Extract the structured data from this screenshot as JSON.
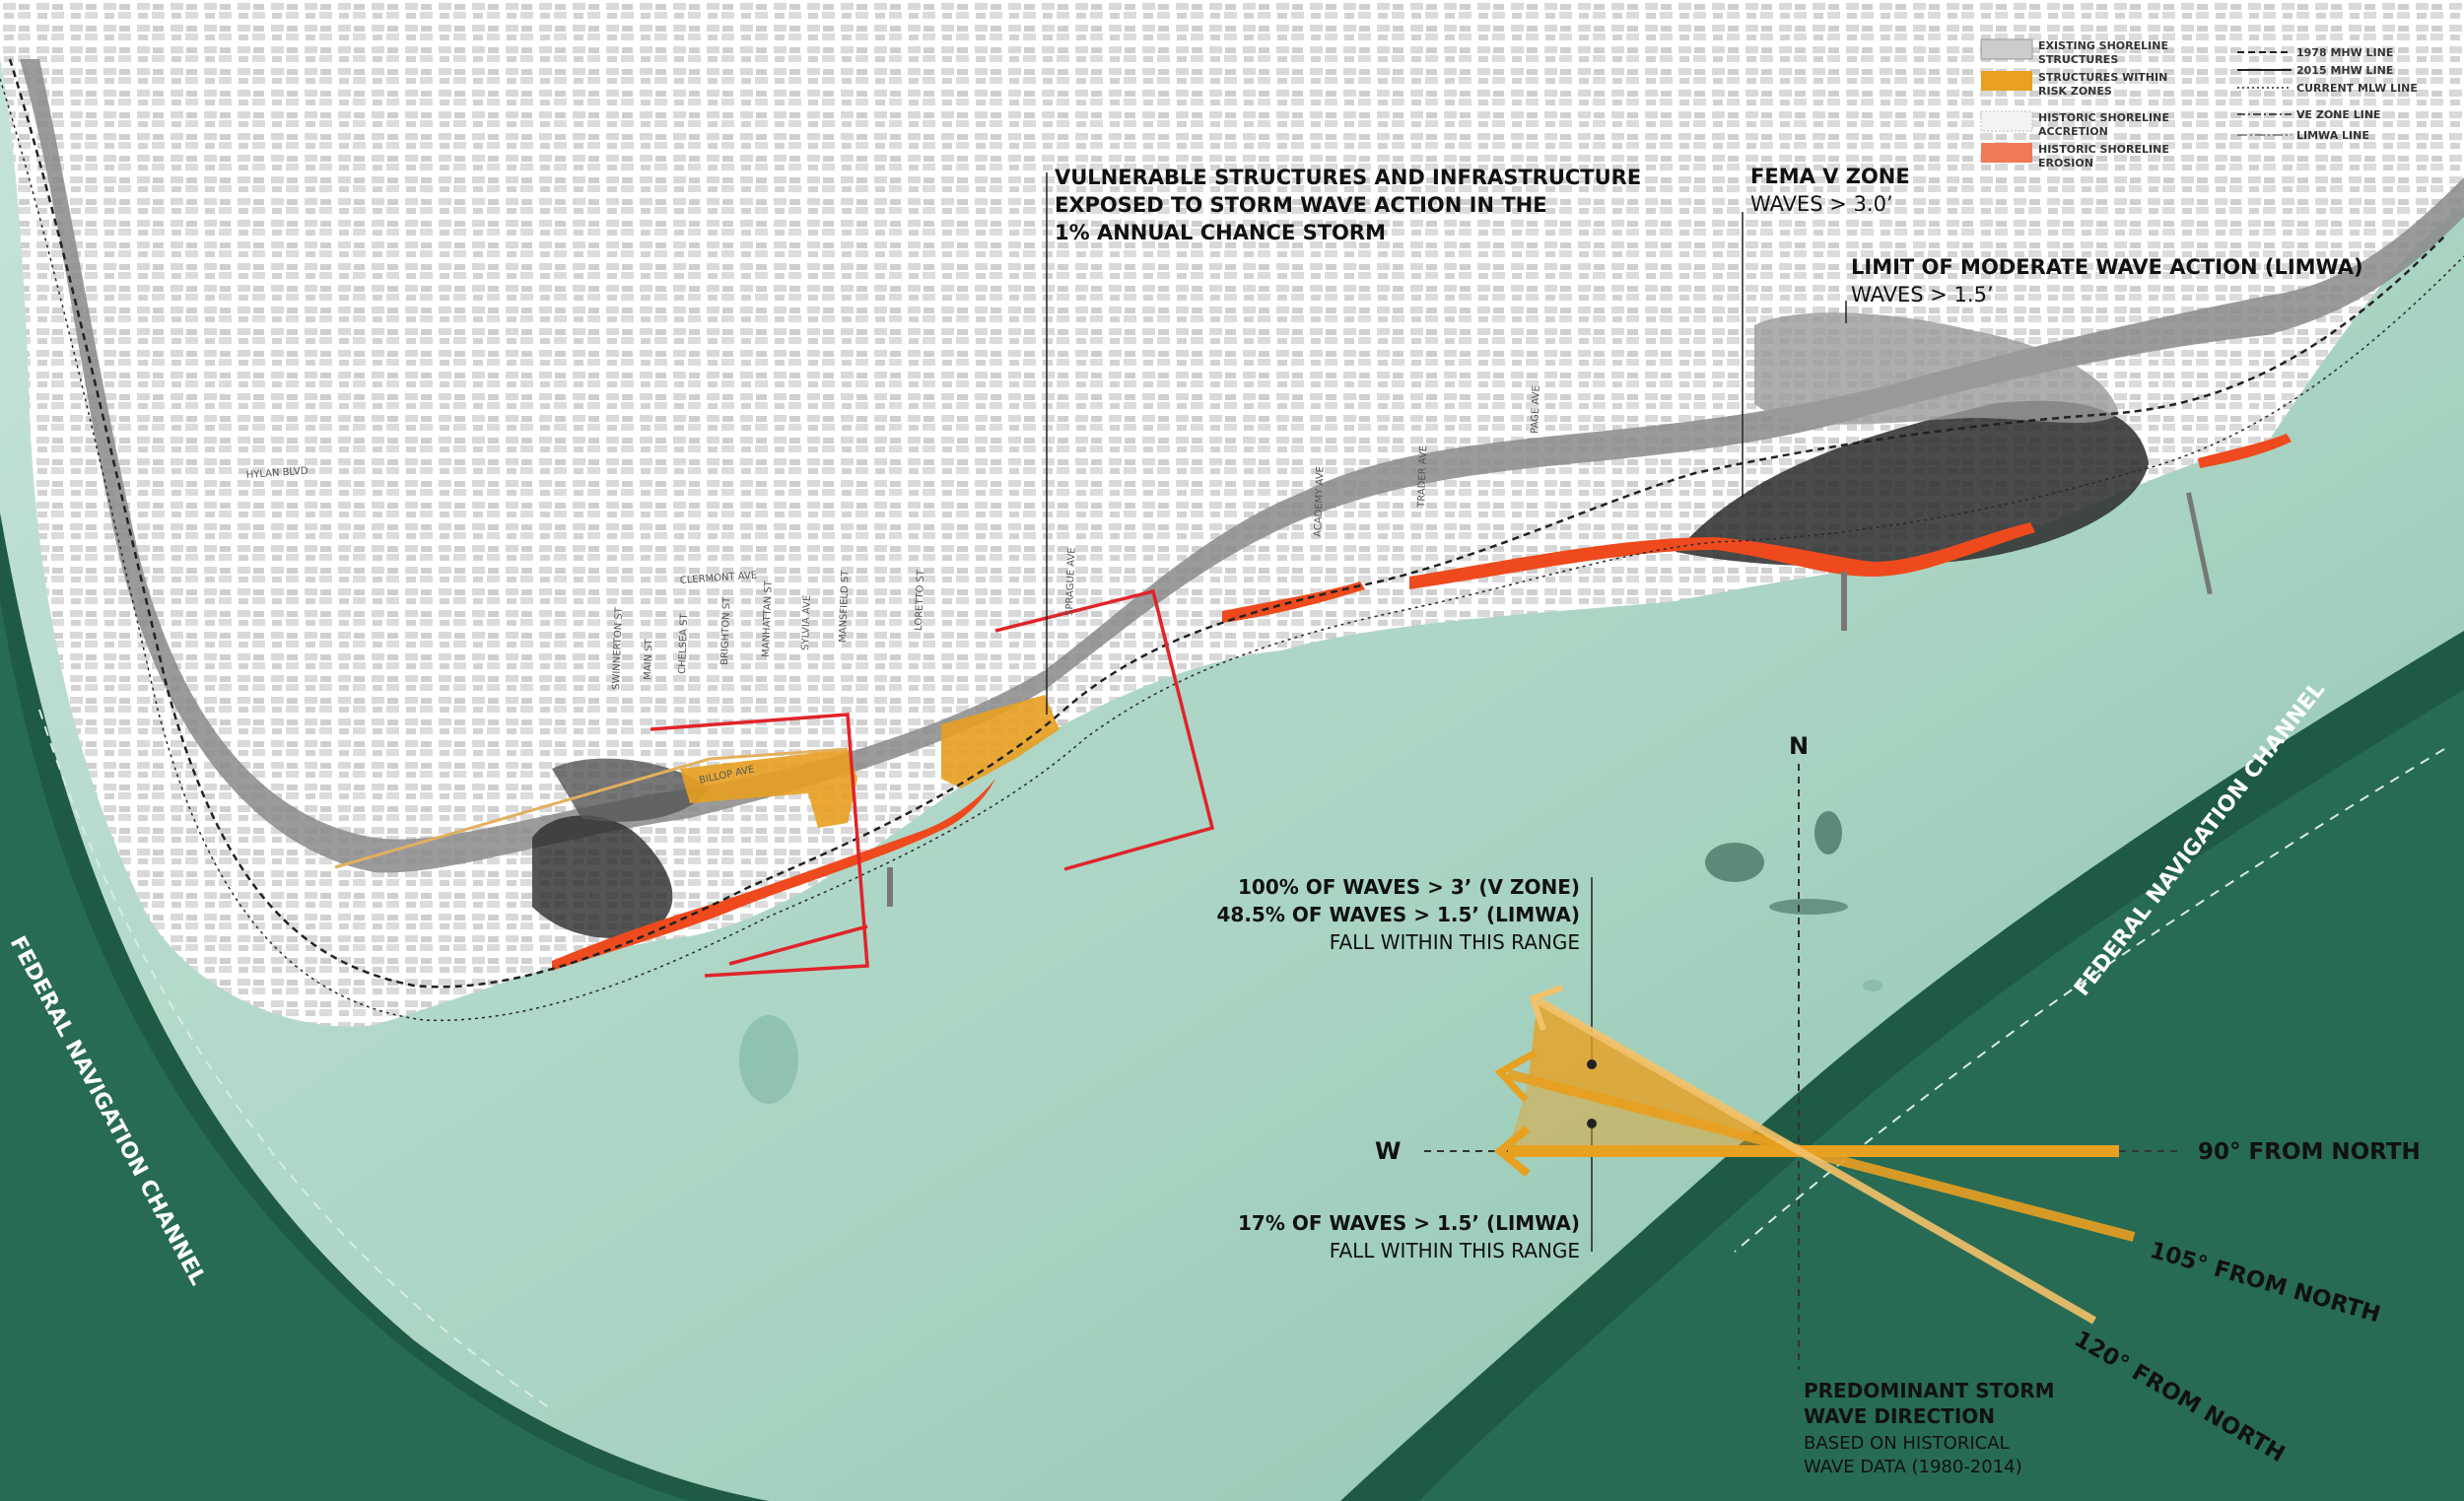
{
  "legend": {
    "existing_structures": [
      "EXISTING SHORELINE",
      "STRUCTURES"
    ],
    "risk_structures": [
      "STRUCTURES WITHIN",
      "RISK ZONES"
    ],
    "accretion": [
      "HISTORIC SHORELINE",
      "ACCRETION"
    ],
    "erosion": [
      "HISTORIC SHORELINE",
      "EROSION"
    ],
    "mhw_1978": "1978 MHW LINE",
    "mhw_2015": "2015 MHW LINE",
    "mlw_current": "CURRENT MLW LINE",
    "ve_zone": "VE ZONE LINE",
    "limwa": "LIMWA LINE",
    "colors": {
      "risk": "#e8a020",
      "erosion": "#ee4a1e",
      "water": "#a9d3c4",
      "channel": "#1f5a45"
    }
  },
  "annotations": {
    "vulnerable": [
      "VULNERABLE STRUCTURES AND INFRASTRUCTURE",
      "EXPOSED TO STORM WAVE ACTION IN THE",
      "1% ANNUAL CHANCE STORM"
    ],
    "fema_title": "FEMA V ZONE",
    "fema_sub": "WAVES > 3.0’",
    "limwa_title": "LIMIT OF MODERATE WAVE ACTION (LIMWA)",
    "limwa_sub": "WAVES > 1.5’",
    "range1": [
      "100% OF WAVES > 3’ (V ZONE)",
      "48.5% OF WAVES > 1.5’ (LIMWA)"
    ],
    "range1_sub": "FALL WITHIN THIS RANGE",
    "range2": "17% OF WAVES > 1.5’ (LIMWA)",
    "range2_sub": "FALL WITHIN THIS RANGE",
    "wave_title": [
      "PREDOMINANT STORM",
      "WAVE DIRECTION"
    ],
    "wave_sub": [
      "BASED ON HISTORICAL",
      "WAVE DATA (1980-2014)"
    ]
  },
  "compass": {
    "north": "N",
    "west": "W"
  },
  "directions": [
    "90° FROM NORTH",
    "105° FROM NORTH",
    "120° FROM NORTH"
  ],
  "channel_labels": [
    "FEDERAL NAVIGATION CHANNEL",
    "FEDERAL NAVIGATION CHANNEL"
  ],
  "streets": {
    "hylan": "HYLAN BLVD",
    "clermont": "CLERMONT AVE",
    "billop": "BILLOP AVE",
    "vertical": [
      "SWINNERTON ST",
      "MAIN ST",
      "CHELSEA ST",
      "BRIGHTON ST",
      "MANHATTAN ST",
      "SYLVIA AVE",
      "MANSFIELD ST",
      "LORETTO ST",
      "SPRAGUE AVE",
      "ACADEMY AVE",
      "TRADER AVE",
      "PAGE AVE"
    ]
  }
}
